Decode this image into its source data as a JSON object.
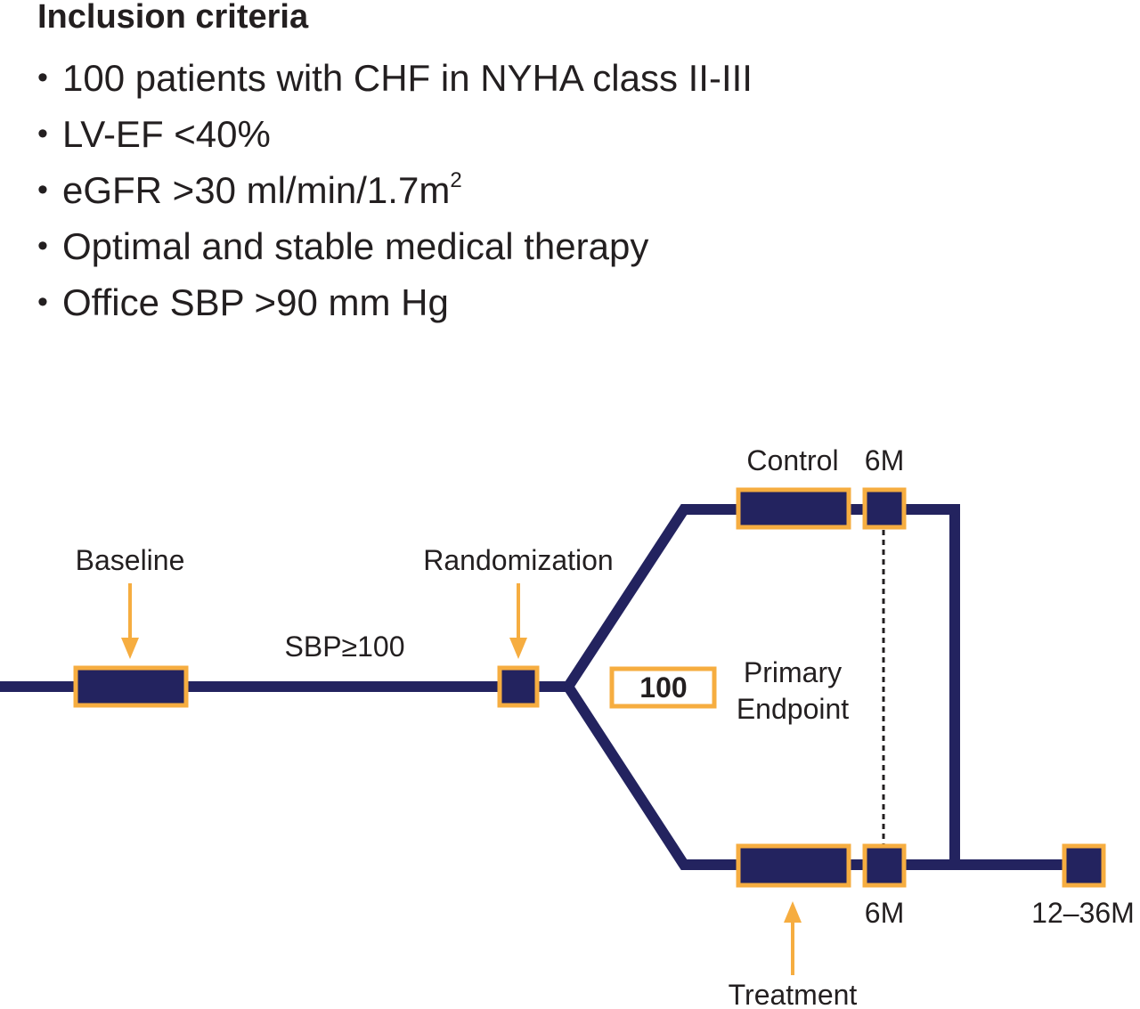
{
  "criteria": {
    "title": "Inclusion criteria",
    "items": [
      {
        "bullet": "•",
        "text": "100 patients with CHF in NYHA class II-III",
        "sup": ""
      },
      {
        "bullet": "•",
        "text": "LV-EF <40%",
        "sup": ""
      },
      {
        "bullet": "•",
        "text": "eGFR >30 ml/min/1.7m",
        "sup": "2"
      },
      {
        "bullet": "•",
        "text": "Optimal and stable medical therapy",
        "sup": ""
      },
      {
        "bullet": "•",
        "text": "Office SBP >90 mm Hg",
        "sup": ""
      }
    ]
  },
  "diagram": {
    "labels": {
      "baseline": "Baseline",
      "randomization": "Randomization",
      "sbp_threshold": "SBP≥100",
      "control": "Control",
      "control_6m": "6M",
      "treatment": "Treatment",
      "treatment_6m": "6M",
      "followup": "12–36M",
      "patients": "100",
      "primary_endpoint_line1": "Primary",
      "primary_endpoint_line2": "Endpoint"
    },
    "colors": {
      "line": "#23235f",
      "box_border": "#f6ad40",
      "arrow": "#f6ad40",
      "text": "#231f20"
    }
  }
}
